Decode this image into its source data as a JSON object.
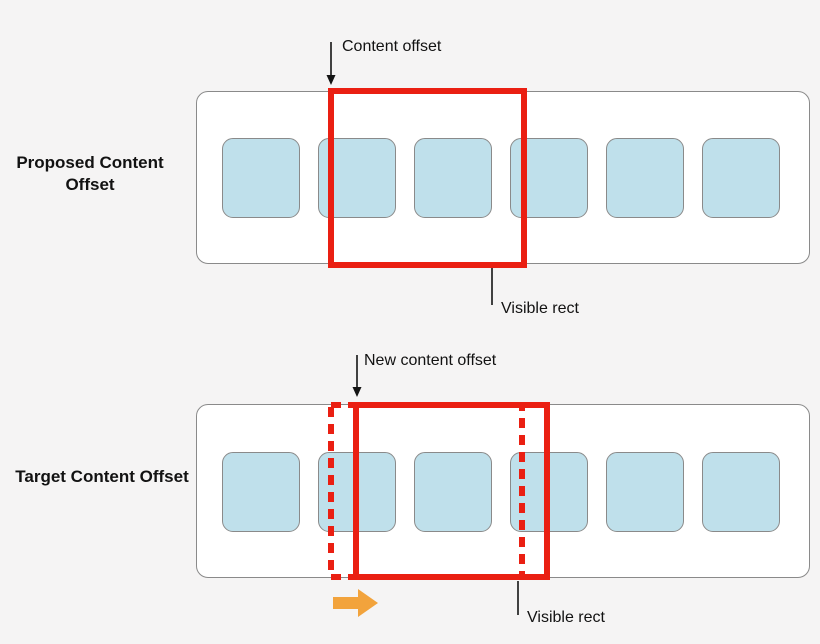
{
  "colors": {
    "background": "#F5F4F4",
    "panel_fill": "#FFFFFF",
    "panel_border": "#8A8A8A",
    "item_fill": "#BFE0EB",
    "item_border": "#8A8A8A",
    "highlight_red": "#EA1F12",
    "arrow_orange": "#F2A33C",
    "text": "#121212"
  },
  "diagrams": [
    {
      "row_label": "Proposed Content Offset",
      "offset_annotation": "Content offset",
      "visible_rect_annotation": "Visible rect",
      "item_count": 6
    },
    {
      "row_label": "Target Content Offset",
      "offset_annotation": "New content offset",
      "visible_rect_annotation": "Visible rect",
      "item_count": 6
    }
  ]
}
